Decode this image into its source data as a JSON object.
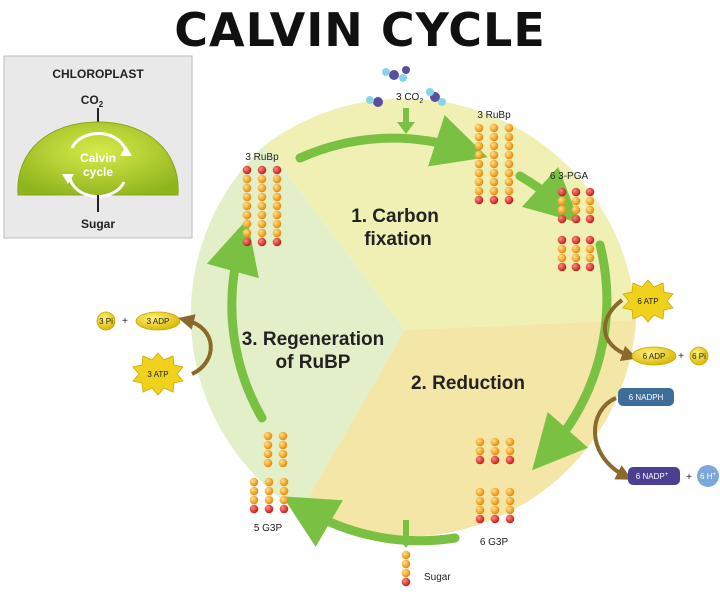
{
  "title": "CALVIN CYCLE",
  "inset": {
    "heading": "CHLOROPLAST",
    "input": "CO",
    "input_sub": "2",
    "center_line1": "Calvin",
    "center_line2": "cycle",
    "output": "Sugar"
  },
  "phases": {
    "carbon_fixation_line1": "1. Carbon",
    "carbon_fixation_line2": "fixation",
    "reduction": "2. Reduction",
    "regeneration_line1": "3. Regeneration",
    "regeneration_line2": "of RuBP"
  },
  "molecules": {
    "co2_in": "3 CO",
    "co2_sub": "2",
    "rubp_top": "3 RuBp",
    "rubp_left": "3 RuBp",
    "pga": "6 3-PGA",
    "g3p_bottom": "6 G3P",
    "g3p_left": "5 G3P",
    "sugar_out": "Sugar"
  },
  "cofactors": {
    "atp_in_right": "6 ATP",
    "adp_out_right": "6 ADP",
    "pi_out_right": "6 Pi",
    "nadph_in": "6 NADPH",
    "nadp_out": "6 NADP",
    "nadp_sup": "+",
    "h_out": "6 H",
    "h_sup": "+",
    "pi_out_left": "3 Pi",
    "adp_out_left": "3 ADP",
    "atp_in_left": "3 ATP",
    "plus": "+"
  },
  "colors": {
    "cycle_green": "#7ac143",
    "sector_fixation": "#f1f0b4",
    "sector_reduction": "#f3e6a6",
    "sector_regeneration": "#e3efc9",
    "bead_orange": "#f3a21a",
    "bead_red": "#e8332b",
    "atp_yellow": "#f0d21c",
    "nadph_blue": "#3e6d9c",
    "nadp_purple": "#4b3f91",
    "h_blue": "#7ba7d9",
    "loop_brown": "#8a6a2b"
  }
}
